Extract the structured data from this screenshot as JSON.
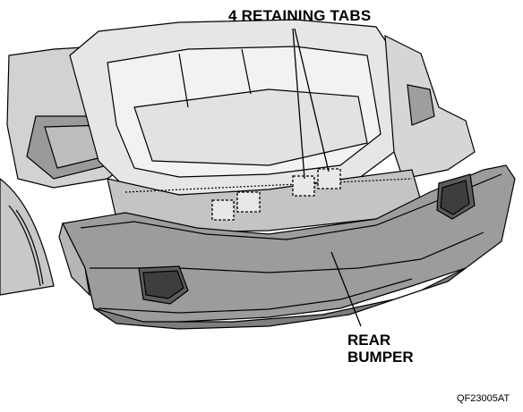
{
  "callouts": {
    "tabs_label": "4 RETAINING TABS",
    "bumper_line1": "REAR",
    "bumper_line2": "BUMPER"
  },
  "figure_code": "QF23005AT",
  "colors": {
    "line": "#000000",
    "panel_dark": "#8c8c8c",
    "panel_mid": "#b4b4b4",
    "panel_light": "#dcdcdc",
    "panel_lighter": "#ededed"
  }
}
